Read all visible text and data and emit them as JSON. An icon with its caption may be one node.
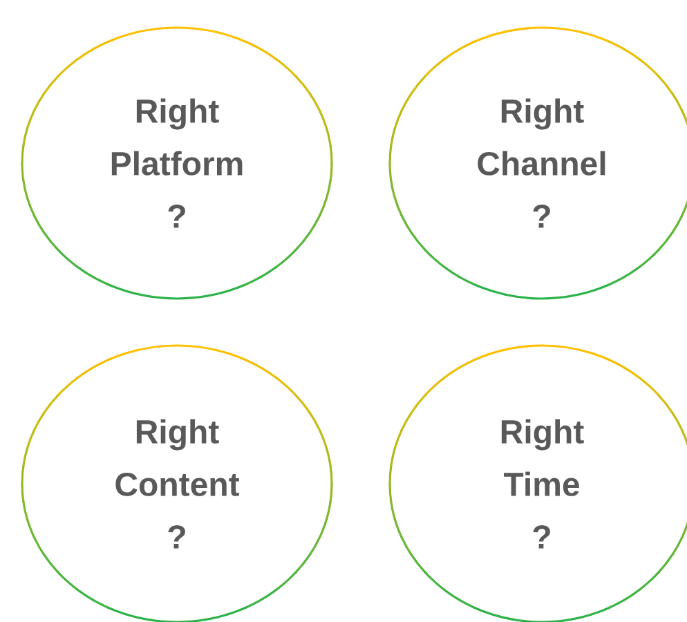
{
  "diagram": {
    "nodes": [
      {
        "text": [
          "Right Platform ?"
        ]
      },
      {
        "text": [
          "Right Channel ?"
        ]
      },
      {
        "text": [
          "Right Content ?"
        ]
      },
      {
        "text": [
          "Right Time ?"
        ]
      }
    ]
  }
}
